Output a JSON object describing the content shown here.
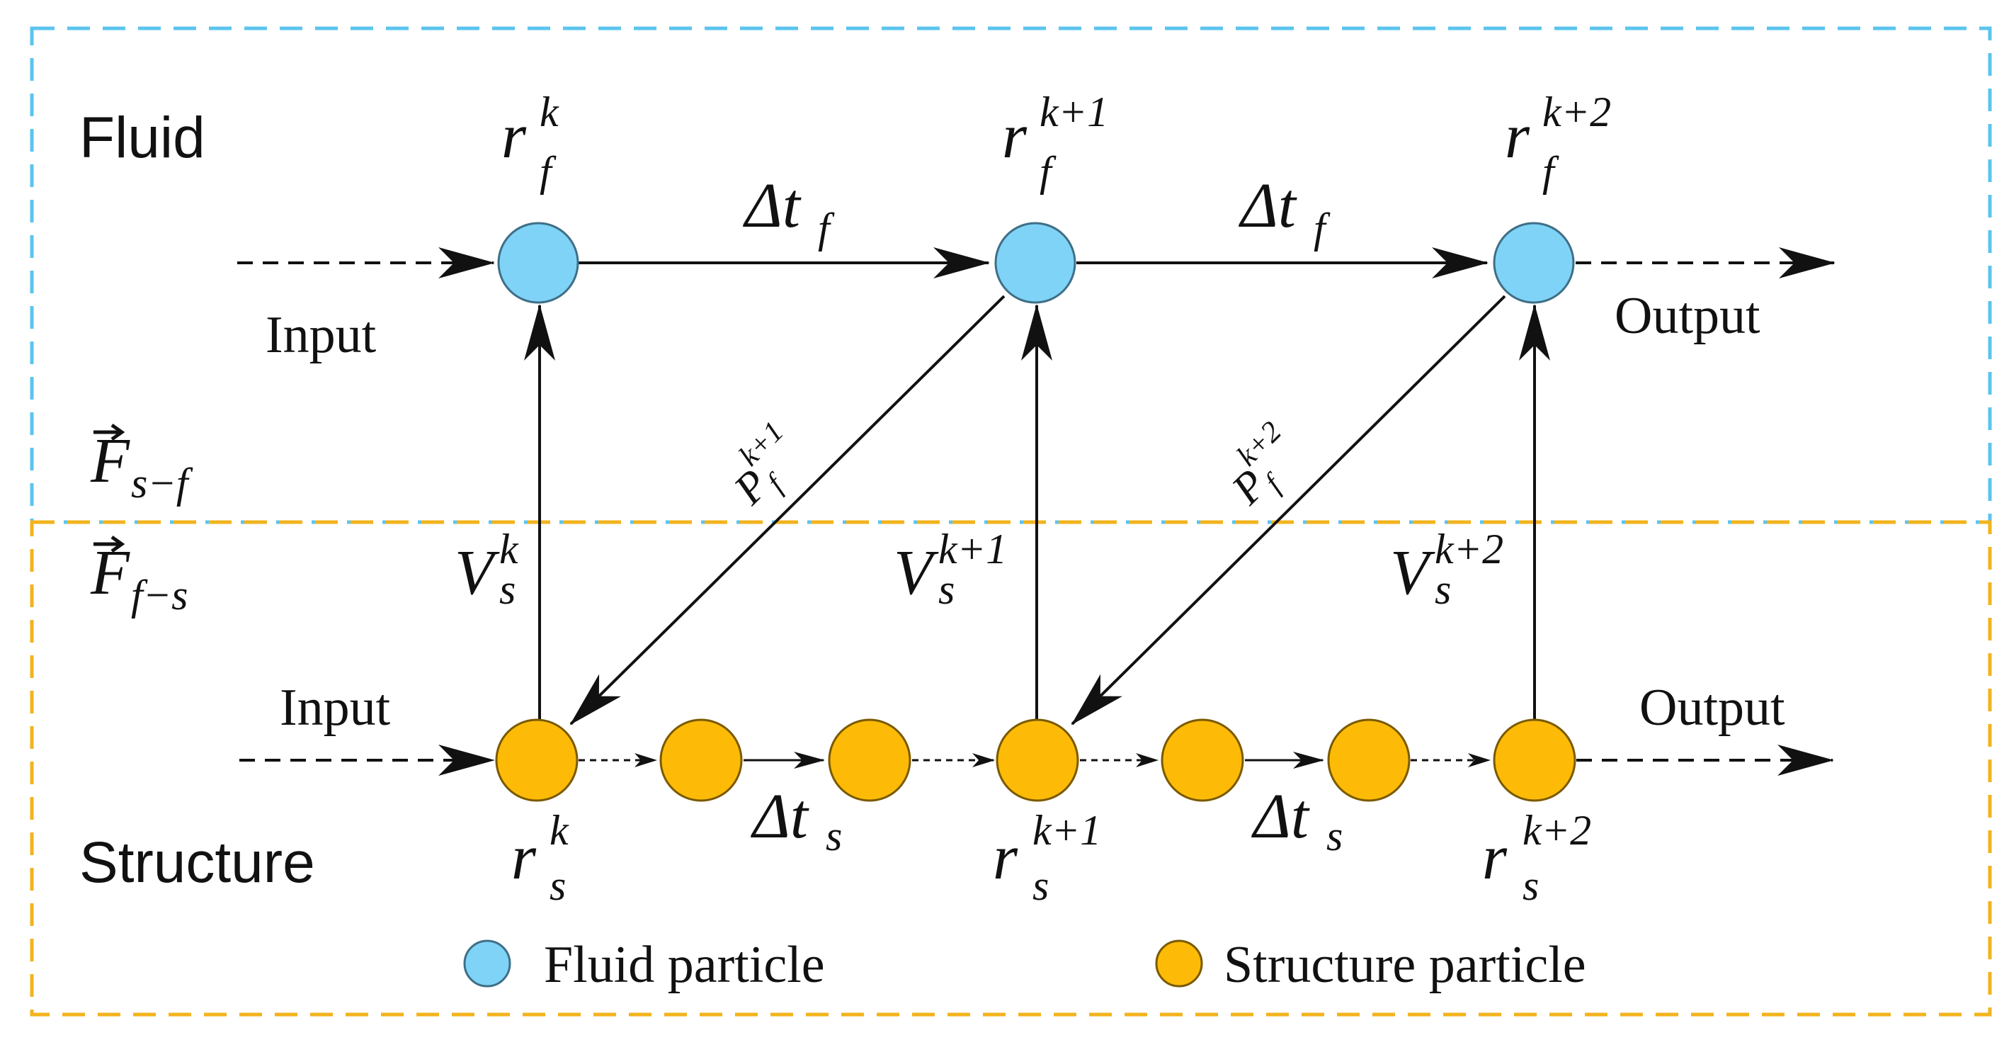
{
  "regions": {
    "fluid_label": "Fluid",
    "structure_label": "Structure"
  },
  "io": {
    "input_label": "Input",
    "output_label": "Output"
  },
  "coupling": {
    "structure_to_fluid": {
      "base": "F",
      "sub": "s−f"
    },
    "fluid_to_structure": {
      "base": "F",
      "sub": "f−s"
    }
  },
  "fluid_nodes": [
    {
      "base": "r",
      "sup": "k",
      "sub": "f"
    },
    {
      "base": "r",
      "sup": "k+1",
      "sub": "f"
    },
    {
      "base": "r",
      "sup": "k+2",
      "sub": "f"
    }
  ],
  "structure_nodes": [
    {
      "base": "r",
      "sup": "k",
      "sub": "s"
    },
    {
      "base": "r",
      "sup": "k+1",
      "sub": "s"
    },
    {
      "base": "r",
      "sup": "k+2",
      "sub": "s"
    }
  ],
  "timesteps": {
    "fluid": {
      "base": "Δt",
      "sub": "f"
    },
    "structure": {
      "base": "Δt",
      "sub": "s"
    }
  },
  "velocity_labels": [
    {
      "base": "V",
      "sup": "k",
      "sub": "s"
    },
    {
      "base": "V",
      "sup": "k+1",
      "sub": "s"
    },
    {
      "base": "V",
      "sup": "k+2",
      "sub": "s"
    }
  ],
  "pressure_labels": [
    {
      "base": "P",
      "sup": "k+1",
      "sub": "f"
    },
    {
      "base": "P",
      "sup": "k+2",
      "sub": "f"
    }
  ],
  "legend": {
    "fluid_label": "Fluid particle",
    "structure_label": "Structure particle"
  },
  "colors": {
    "fluid_fill": "#7fd3f7",
    "fluid_border": "#5bc4ee",
    "structure_fill": "#fdbb08",
    "structure_border": "#f2b31c",
    "ink": "#111111"
  }
}
